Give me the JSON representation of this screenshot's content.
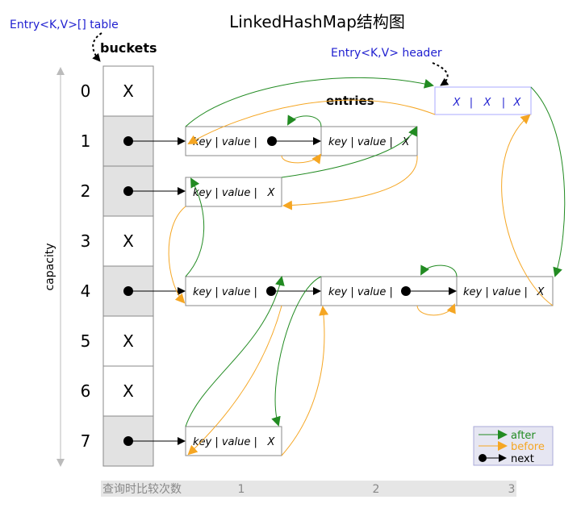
{
  "title": "LinkedHashMap结构图",
  "table_label": "Entry<K,V>[] table",
  "buckets_label": "buckets",
  "header_label": "Entry<K,V> header",
  "entries_label": "entries",
  "capacity_label": "capacity",
  "bucket_indices": [
    "0",
    "1",
    "2",
    "3",
    "4",
    "5",
    "6",
    "7"
  ],
  "bucket_values": [
    "X",
    "",
    "",
    "X",
    "",
    "X",
    "X",
    ""
  ],
  "header_cells": [
    "X",
    "|",
    "X",
    "|",
    "X"
  ],
  "entry_text": {
    "key_value_next": "key | value |",
    "key_value_null": "key | value |",
    "null_mark": "X"
  },
  "legend": {
    "after": "after",
    "before": "before",
    "next": "next"
  },
  "footer": {
    "label": "查询时比较次数",
    "ticks": [
      "1",
      "2",
      "3"
    ]
  },
  "colors": {
    "after": "#228B22",
    "before": "#F5A623",
    "blue_text": "#1f1fd0",
    "bucket_fill": "#e2e2e2",
    "footer_bg": "#e6e6e6"
  }
}
